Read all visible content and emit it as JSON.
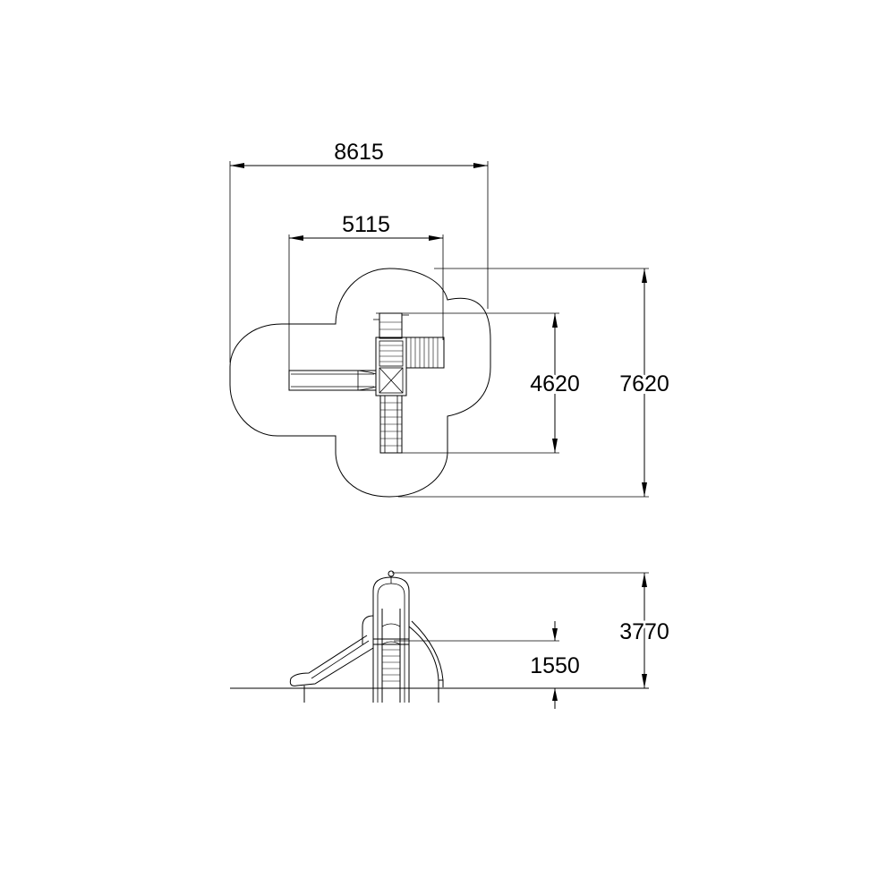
{
  "plan_view": {
    "dim_overall_width": "8615",
    "dim_inner_width": "5115",
    "dim_inner_depth": "4620",
    "dim_overall_depth": "7620"
  },
  "side_view": {
    "dim_total_height": "3770",
    "dim_platform_height": "1550"
  }
}
